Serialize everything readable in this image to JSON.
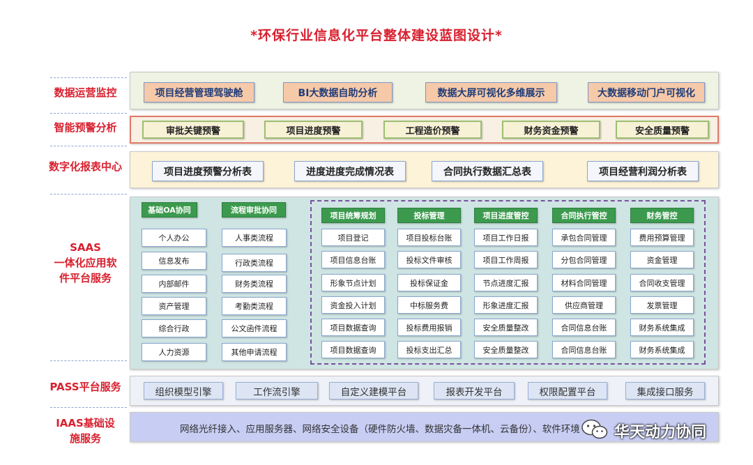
{
  "title": "*环保行业信息化平台整体建设蓝图设计*",
  "layers": {
    "ops": {
      "label": "数据运营监控",
      "items": [
        "项目经营管理驾驶舱",
        "BI大数据自助分析",
        "数据大屏可视化多维展示",
        "大数据移动门户可视化"
      ]
    },
    "warn": {
      "label": "智能预警分析",
      "items": [
        "审批关键预警",
        "项目进度预警",
        "工程造价预警",
        "财务资金预警",
        "安全质量预警"
      ]
    },
    "report": {
      "label": "数字化报表中心",
      "items": [
        "项目进度预警分析表",
        "进度进度完成情况表",
        "合同执行数据汇总表",
        "项目经营利润分析表"
      ]
    },
    "saas": {
      "label": [
        "SAAS",
        "一体化应用软",
        "件平台服务"
      ],
      "columns": [
        {
          "header": "基础OA协同",
          "items": [
            "个人办公",
            "信息发布",
            "内部邮件",
            "资产管理",
            "综合行政",
            "人力资源"
          ]
        },
        {
          "header": "流程审批协同",
          "items": [
            "人事类流程",
            "行政类流程",
            "财务类流程",
            "考勤类流程",
            "公文函件流程",
            "其他申请流程"
          ]
        },
        {
          "header": "项目统筹规划",
          "items": [
            "项目登记",
            "项目信息台账",
            "形象节点计划",
            "资金投入计划",
            "项目数据查询",
            "项目数据查询"
          ]
        },
        {
          "header": "投标管理",
          "items": [
            "项目投标台账",
            "投标文件审核",
            "投标保证金",
            "中标服务费",
            "投标费用报销",
            "投标支出汇总"
          ]
        },
        {
          "header": "项目进度管控",
          "items": [
            "项目工作日报",
            "项目工作周报",
            "节点进度汇报",
            "形象进度汇报",
            "安全质量整改",
            "安全质量整改"
          ]
        },
        {
          "header": "合同执行管控",
          "items": [
            "承包合同管理",
            "分包合同管理",
            "材料合同管理",
            "供应商管理",
            "合同信息台账",
            "合同信息台账"
          ]
        },
        {
          "header": "财务管控",
          "items": [
            "费用预算管理",
            "资金管理",
            "合同收支管理",
            "发票管理",
            "财务系统集成",
            "财务系统集成"
          ]
        }
      ]
    },
    "pass": {
      "label": "PASS平台服务",
      "items": [
        "组织模型引擎",
        "工作流引擎",
        "自定义建模平台",
        "报表开发平台",
        "权限配置平台",
        "集成接口服务"
      ]
    },
    "iaas": {
      "label": [
        "IAAS基础设",
        "施服务"
      ],
      "text": "网络光纤接入、应用服务器、网络安全设备（硬件防火墙、数据灾备一体机、云备份）、软件环境"
    }
  },
  "watermark": {
    "text": "华天动力协同",
    "icon": "wechat-icon"
  },
  "colors": {
    "title": "#d8202f",
    "ops_bg": "#eef3e3",
    "warn_bg": "#f8f0e3",
    "report_bg": "#fdf3d8",
    "saas_bg": "#cfe5e3",
    "pass_bg": "#eef1f7",
    "iaas_bg": "#c7cdf3",
    "green_header": "#3c9a4e",
    "dotted_border": "#7a4fa0"
  }
}
